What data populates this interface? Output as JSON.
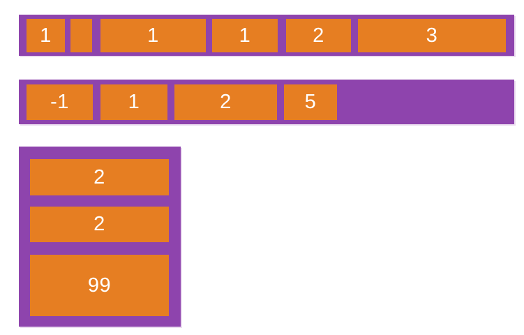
{
  "diagram": {
    "title": "flexbox-order-illustration",
    "colors": {
      "container_bg": "#8e44ad",
      "item_bg": "#e67e22",
      "item_text": "#ffffff",
      "page_bg": "#ffffff",
      "container_shadow": "rgba(142,68,173,0.18)"
    },
    "containers": [
      {
        "id": "row-1",
        "direction": "row",
        "items": [
          {
            "label": "1"
          },
          {
            "label": ""
          },
          {
            "label": "1"
          },
          {
            "label": "1"
          },
          {
            "label": "2"
          },
          {
            "label": "3"
          }
        ]
      },
      {
        "id": "row-2",
        "direction": "row",
        "items": [
          {
            "label": "-1"
          },
          {
            "label": "1"
          },
          {
            "label": "2"
          },
          {
            "label": "5"
          }
        ]
      },
      {
        "id": "column-1",
        "direction": "column",
        "items": [
          {
            "label": "2"
          },
          {
            "label": "2"
          },
          {
            "label": "99"
          }
        ]
      }
    ]
  }
}
